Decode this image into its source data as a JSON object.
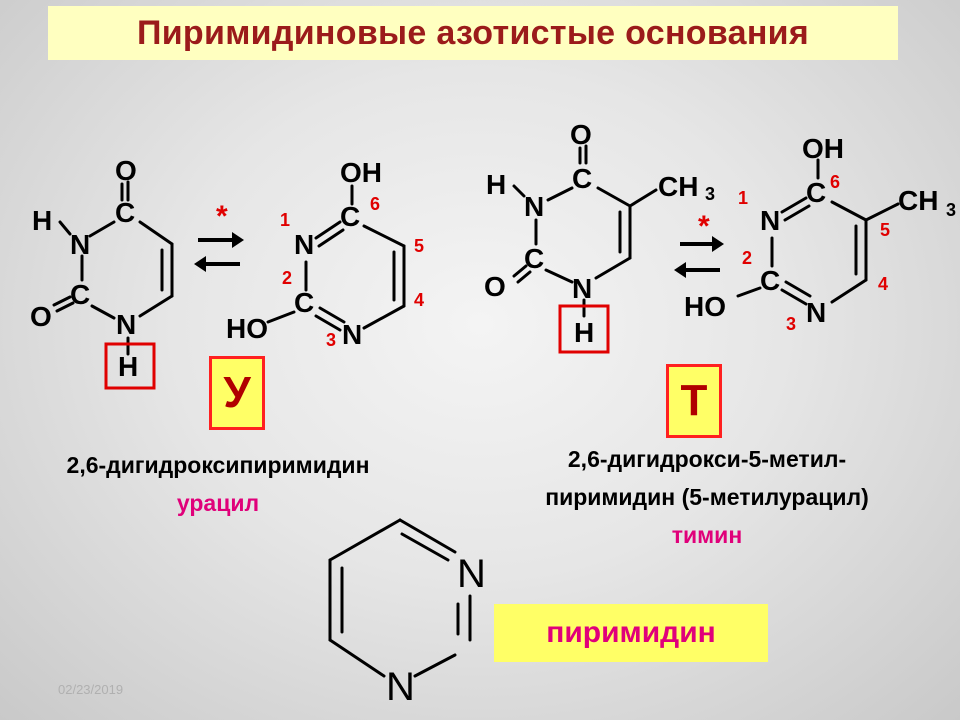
{
  "title": "Пиримидиновые азотистые основания",
  "atoms": {
    "O": "O",
    "C": "C",
    "N": "N",
    "H": "H",
    "OH": "OH",
    "HO": "HO",
    "CH": "CH",
    "sub3": "3"
  },
  "numbers": [
    "1",
    "2",
    "3",
    "4",
    "5",
    "6"
  ],
  "star": "*",
  "uracil": {
    "letter": "У",
    "systematic_name": "2,6-дигидроксипиримидин",
    "common_name": "урацил"
  },
  "thymine": {
    "letter": "Т",
    "systematic_name_line1": "2,6-дигидрокси-5-метил-",
    "systematic_name_line2": "пиримидин (5-метилурацил)",
    "common_name": "тимин"
  },
  "pyrimidine": {
    "label": "пиримидин",
    "n_top": "N",
    "n_bottom": "N"
  },
  "date": "02/23/2019",
  "colors": {
    "title_text": "#9b1b1b",
    "title_bg": "#ffffc0",
    "highlight_bg": "#ffff66",
    "red": "#e00000",
    "pink": "#e0007a"
  }
}
